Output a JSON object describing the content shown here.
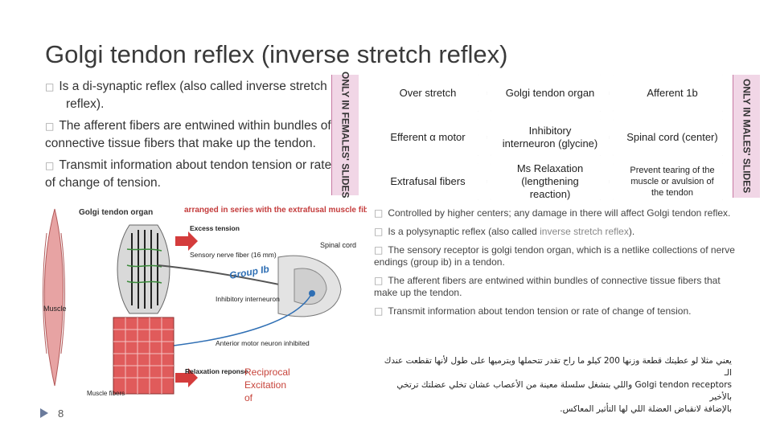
{
  "title": "Golgi tendon reflex (inverse stretch reflex)",
  "left_bullets": [
    {
      "line1": "Is a di-synaptic reflex (also called inverse stretch",
      "line2": "reflex)."
    },
    {
      "text": "The afferent fibers are entwined within bundles of connective tissue fibers that make up the tendon."
    },
    {
      "text": "Transmit information about tendon tension or rate of change of tension."
    }
  ],
  "bullet_glyph": "□",
  "band_female": "ONLY IN FEMALES' SLIDES",
  "band_male": "ONLY IN MALES' SLIDES",
  "flow": [
    [
      "Over stretch",
      "Golgi tendon organ",
      "Afferent 1b"
    ],
    [
      "Efferent α motor",
      "Inhibitory interneuron (glycine)",
      "Spinal cord (center)"
    ],
    [
      "Extrafusal fibers",
      "Ms Relaxation (lengthening reaction)",
      "Prevent tearing of the muscle or avulsion of the tendon"
    ]
  ],
  "figure": {
    "heading": "Golgi tendon organ",
    "arranged": "arranged in series with the extrafusal muscle fibers",
    "excess_tension": "Excess tension",
    "sensory_nerve": "Sensory nerve fiber (16 mm)",
    "group_ib": "Group Ib",
    "spinal_cord": "Spinal cord",
    "inhibitory": "Inhibitory interneuron",
    "muscle": "Muscle",
    "anterior_motor": "Anterior motor neuron inhibited",
    "relaxation": "Relaxation reponse",
    "muscle_fibers": "Muscle fibers",
    "reciprocal": "Reciprocal Excitation of antagonist"
  },
  "right_bullets": [
    {
      "text": "Controlled by higher centers; any damage in there will affect Golgi tendon reflex."
    },
    {
      "pre": "Is a ",
      "mid": "polysynaptic reflex (also called ",
      "grey": "inverse stretch reflex",
      "post": ")."
    },
    {
      "text": "The sensory receptor is golgi tendon organ, which is a netlike collections of nerve endings (group ib) in a tendon."
    },
    {
      "text": "The afferent fibers are entwined within bundles of connective tissue fibers that make up the tendon."
    },
    {
      "text": "Transmit information about tendon tension or rate of change of tension."
    }
  ],
  "arabic": [
    "يعني مثلا لو عطيتك قطعة وزنها 200 كيلو ما راح تقدر تتحملها وبترميها على طول لأنها تقطعت عندك الـ",
    "Golgi tendon receptors واللي بتشغل سلسلة معينة من الأعصاب عشان تخلي عضلتك ترتخي بالأخير",
    "بالإضافة لانقباض العضلة اللي لها التأثير المعاكس."
  ],
  "slide_number": "8"
}
